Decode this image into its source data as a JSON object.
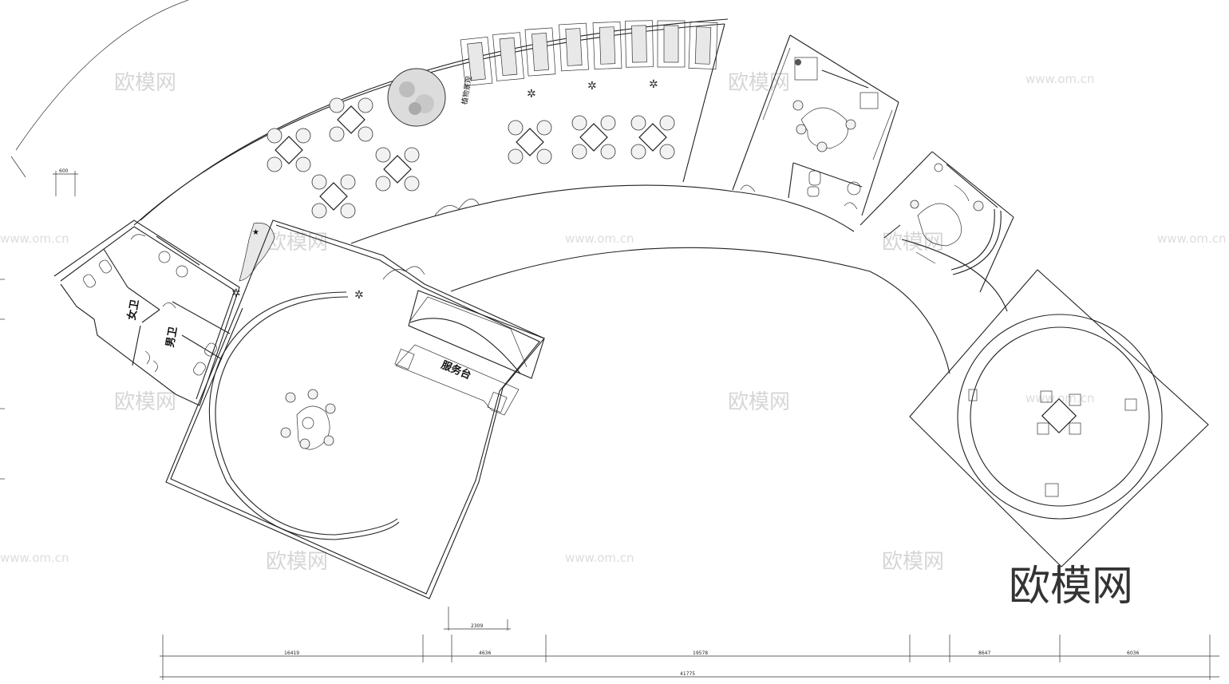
{
  "rooms": {
    "womens_restroom": "女卫",
    "mens_restroom": "男卫",
    "service_desk": "服务台",
    "plant_feature": "植物景观"
  },
  "dimensions": {
    "top_small": "600",
    "upper_2309": "2309",
    "seg1": "16419",
    "seg2": "4636",
    "seg3": "19578",
    "seg4": "8647",
    "seg5": "6036",
    "total": "41775"
  },
  "watermark": {
    "brand_cn": "欧模网",
    "url": "www.om.cn",
    "url_full": "www.om.cn",
    "corner_brand": "欧模网"
  }
}
